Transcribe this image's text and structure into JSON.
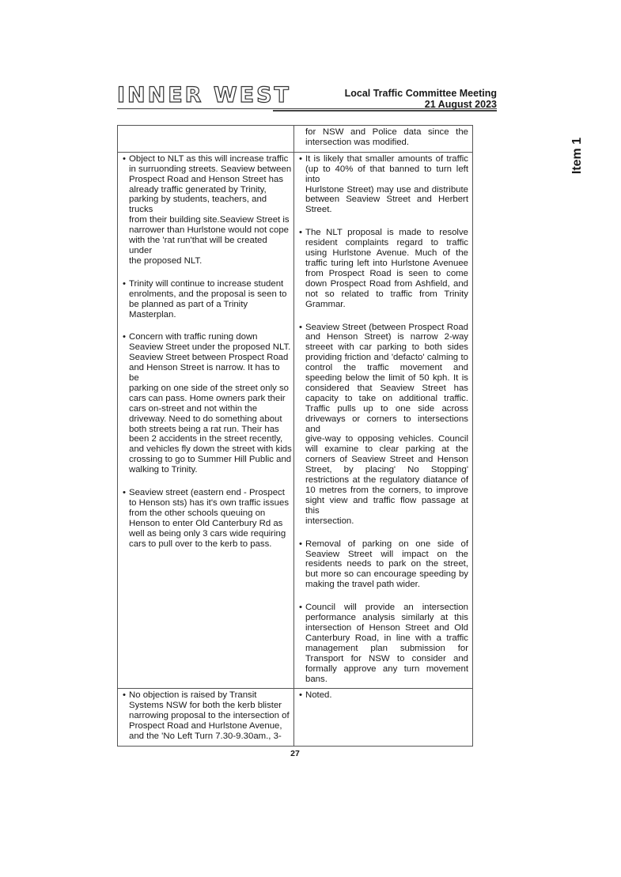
{
  "header": {
    "logo_text": "INNER WEST",
    "title_line1": "Local Traffic Committee Meeting",
    "title_line2": "21 August 2023",
    "side_tag": "Item 1"
  },
  "rows": [
    {
      "left": [],
      "right": [
        [
          "for NSW and Police data since the",
          "intersection was modified."
        ]
      ],
      "right_bullets": false
    },
    {
      "left": [
        [
          "Object to NLT as this will increase traffic",
          "in surruonding streets. Seaview between",
          "Prospect Road and Henson Street has",
          "already traffic generated by Trinity,",
          "parking by students, teachers, and trucks",
          "from their building site.Seaview Street is",
          "narrower than Hurlstone would not cope",
          "with the 'rat run'that will be created under",
          "the proposed NLT."
        ],
        [
          "Trinity will continue to increase student",
          "enrolments, and the proposal is seen to",
          "be planned as part of a Trinity",
          "Masterplan."
        ],
        [
          "Concern with traffic runing down",
          "Seaview Street under the proposed NLT.",
          "Seaview Street between Prospect Road",
          "and Henson Street is narrow. It has to be",
          "parking on one side of the street only so",
          "cars can pass. Home owners park their",
          "cars on-street and not within the",
          "driveway. Need to do something about",
          "both streets being a rat run. Their has",
          "been 2 accidents in the street recently,",
          "and vehicles fly down the street with kids",
          "crossing to go to Summer Hill Public and",
          "walking to Trinity."
        ],
        [
          "Seaview street (eastern end - Prospect",
          "to Henson sts) has it's own traffic issues",
          "from the other schools queuing on",
          "Henson to enter Old Canterbury Rd as",
          "well as being only 3 cars wide requiring",
          "cars to pull over to the kerb to pass."
        ]
      ],
      "right": [
        [
          "It is likely that smaller amounts of traffic",
          "(up to 40% of that banned to turn left into",
          "Hurlstone Street) may use and distribute",
          "between Seaview Street and Herbert",
          "Street."
        ],
        [
          "The NLT proposal is made to resolve",
          "resident complaints regard to traffic",
          "using Hurlstone Avenue. Much of the",
          "traffic turing left into Hurlstone Avenuee",
          "from Prospect Road is seen to come",
          "down Prospect Road from Ashfield, and",
          "not so related to traffic from Trinity",
          "Grammar."
        ],
        [
          "Seaview Street (between Prospect Road",
          "and Henson Street) is narrow 2-way",
          "streeet with car parking to both sides",
          "providing friction and 'defacto' calming to",
          "control the traffic movement and",
          "speeding below the limit of 50 kph. It is",
          "considered that Seaview Street has",
          "capacity to take on additional traffic.",
          "Traffic pulls up to one side across",
          "driveways or corners to intersections and",
          "give-way to opposing vehicles. Council",
          "will examine to clear parking at the",
          "corners of Seaview Street and Henson",
          "Street, by placing' No Stopping'",
          "restrictions at the regulatory diatance of",
          "10 metres from the corners, to improve",
          "sight view and traffic flow passage at this",
          "intersection."
        ],
        [
          "Removal of parking on one side of",
          "Seaview Street will impact on the",
          "residents needs to park on the street,",
          "but more so can encourage speeding by",
          "making the travel path wider."
        ],
        [
          "Council will provide an intersection",
          "performance analysis similarly at this",
          "intersection of Henson Street and Old",
          "Canterbury Road, in line with a traffic",
          "management plan submission for",
          "Transport for NSW to consider and",
          "formally approve any turn movement",
          "bans."
        ]
      ],
      "right_bullets": true
    },
    {
      "left": [
        [
          "No objection is raised by Transit",
          "Systems NSW    for both the kerb blister",
          "narrowing proposal to the intersection of",
          "Prospect Road and Hurlstone Avenue,",
          "and the 'No Left Turn 7.30-9.30am., 3-"
        ]
      ],
      "right": [
        [
          "Noted."
        ]
      ],
      "right_bullets": true
    }
  ],
  "bullet_glyph": "•",
  "page_number": "27"
}
